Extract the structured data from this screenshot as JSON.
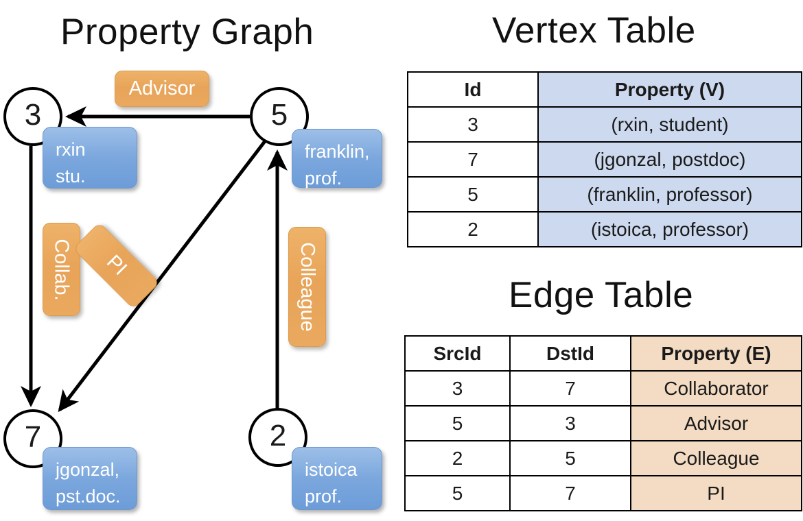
{
  "titles": {
    "property_graph": "Property Graph",
    "vertex_table": "Vertex Table",
    "edge_table": "Edge Table"
  },
  "graph": {
    "nodes": [
      {
        "id": "3",
        "property_label": [
          "rxin",
          "stu."
        ]
      },
      {
        "id": "5",
        "property_label": [
          "franklin,",
          "prof."
        ]
      },
      {
        "id": "7",
        "property_label": [
          "jgonzal,",
          "pst.doc."
        ]
      },
      {
        "id": "2",
        "property_label": [
          "istoica",
          "prof."
        ]
      }
    ],
    "edges": [
      {
        "src": "5",
        "dst": "3",
        "label": "Advisor"
      },
      {
        "src": "3",
        "dst": "7",
        "label": "Collab."
      },
      {
        "src": "5",
        "dst": "7",
        "label": "PI"
      },
      {
        "src": "2",
        "dst": "5",
        "label": "Colleague"
      }
    ],
    "colors": {
      "node_stroke": "#000000",
      "vertex_property_box": "#7ba7dd",
      "edge_property_box": "#e8a459",
      "edge_line": "#000000"
    }
  },
  "vertex_table": {
    "columns": [
      "Id",
      "Property (V)"
    ],
    "rows": [
      {
        "id": "3",
        "property": "(rxin, student)"
      },
      {
        "id": "7",
        "property": "(jgonzal, postdoc)"
      },
      {
        "id": "5",
        "property": "(franklin, professor)"
      },
      {
        "id": "2",
        "property": "(istoica, professor)"
      }
    ],
    "property_column_color": "#ccd9ee"
  },
  "edge_table": {
    "columns": [
      "SrcId",
      "DstId",
      "Property (E)"
    ],
    "rows": [
      {
        "src": "3",
        "dst": "7",
        "property": "Collaborator"
      },
      {
        "src": "5",
        "dst": "3",
        "property": "Advisor"
      },
      {
        "src": "2",
        "dst": "5",
        "property": "Colleague"
      },
      {
        "src": "5",
        "dst": "7",
        "property": "PI"
      }
    ],
    "property_column_color": "#f3dcc3"
  }
}
